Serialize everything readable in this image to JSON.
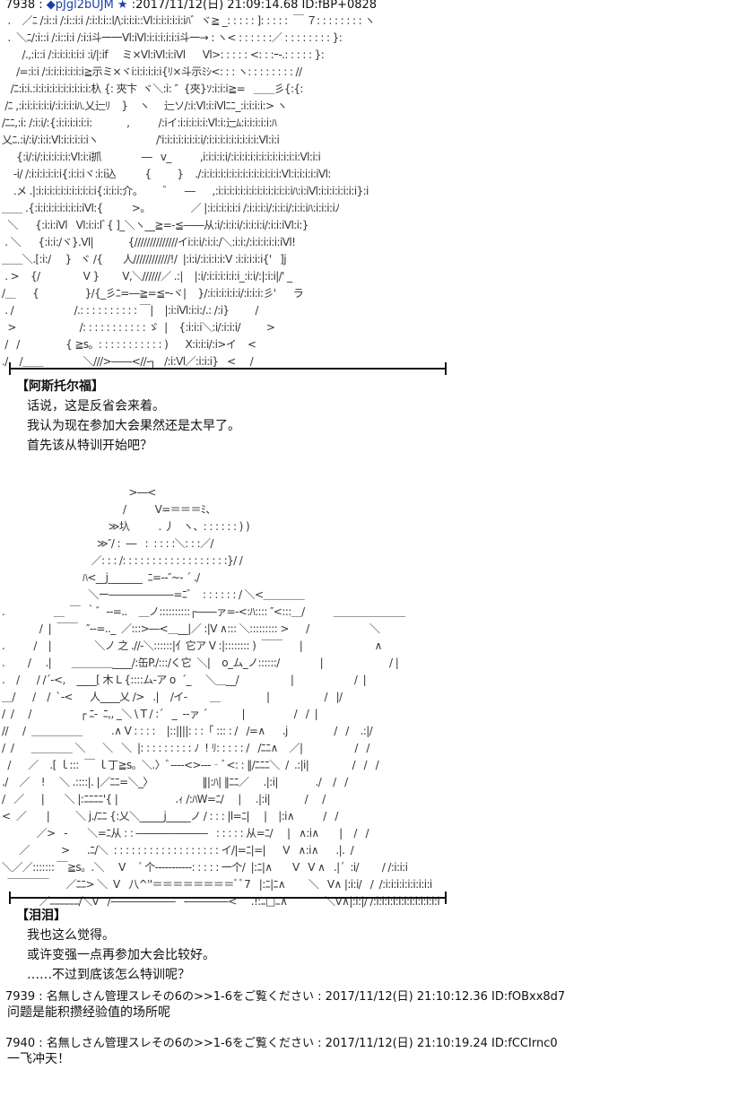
{
  "header": {
    "number": "7938",
    "sep": " :",
    "trip": "◆pJgl2bUJM ★",
    "rest": ":2017/11/12(日) 21:09:14.68 ID:fBP+0828"
  },
  "aa_top": "  .    ／ﾆ /:i::i /:i::i:i /:i:l:i::l/\\:i:i:i::Vl:i:i:i:i:i:iﾊ゛ヾ≧ _: : : : : ]: : : : :  ￣ ７: : : : : : : : ヽ\n  .  ＼ﾆ/:i::i /:i::i:i /:i:i斗一一Vl:iVl:i:i:i:i:i:i斗一→ : ヽ< : : : : : :／ : : : : : : : : }:\n       /.,:i::i /:i:i:i:i:i:i :i/|:if     ミ×Vl:iVl:i:iVl      Vl>: : : : : <: : :ｰ-.: : : : : }:\n     /=:i:i /:i:i:i:i:i:i:i≧示ミ×ヾi:i:i:i:i:i{ﾘ×斗示ﾐｼ<: : : ヽ: : : : : : : : //\n   /ﾆ:i:i.:i:i:i:i:i:i:i:i:i:i:杁 {: 夾卞  ヾ＼:i: ″  {夾}ｿ:i:i:i≧=   ＿＿彡{:{:\n /ﾆ ,:i:i:i:i:i:i/:i:i:i:iﾊ.乂辷ﾘ    }    ヽ     辷ソ/:i:Vl:i:iVlﾆﾆ_:i:i:i:i:> ヽ\n/ﾆﾆ,:i: /:i:i/:{:i:i:i:i:i:i:            ,          /:iイ:i:i:i:i:i:Vl:i:辷ﾑ:i:i:i:i:i:ﾊ\n乂ﾆ.:i/:i/:i:i:Vl:i:i:i:i:iヽ                    /'i:i:i:i:i:i:i:i/:i:i:i:i:i:i:i:i:i:Vl:i:i\n     {:i/:i/:i:i:i:i:i:Vl:i:i抓              ―   v_          ,i:i:i:i:i/:i:i:i:i:i:i:i:i:i:i:i:i:Vl:i:i\n    -i/ /:i:i:i:i:i:i{:i:i:iヾ:i:i込          {         }    ./:i:i:i:i:i:i:i:i:i:i:i:i:i:i:Vl:i:i:i:i:iVl:\n    .メ .|:i:i:i:i:i:i:i:i:i:i:i{:i:i:i:介。       ゛    ―      ,:i:i:i:i:i:i:i:i:i:i:i:i:i:iﾊ:i:iVl:i:i:i:i:i:i:i}:i\n＿＿ .{:i:i:i:i:i:i:i:i:iVl:{          >。              ／ |:i:i:i:i:i:i /:i:i:i:i/:i:i:i/:i:i:iﾊ:i:i:i:iﾉ\n  ＼      {:i:i:iVl   Vl:i:i:lﾞ{ ]_＼ヽ__≧=-≦――从:i/:i:i:i/:i:i:i:i/:i:i:iVl:i:}\n . ＼      {:i:i:/ヾ}.Vl|            {//////////////イi:i:i/:i:i:/＼:i:i:/:i:i:i:i:i:iVl!\n＿＿＼.[:i:/     }   ヾ /{       人////////////!/  |:i:i/:i:i:i:i:V :i:i:i:i:i{'   ]j\n . >    {/               V }        V,＼//////／ .:|    |:i/:i:i:i:i:i:i_:i:i/:|:i:i|/' _\n/＿      {                }/{_彡ﾆ=―≧=≦ｰ-ヾ|    }/:i:i:i:i:i:i/:i:i:i:彡'      ラ\n . /                     /.: : : : : : : : : : ￣|    |:i:iVl:i:i:/.: /:i}         /\n  >                      /: : : : : : : : : : : ゞ  |    {:i:i:i＼:i/:i:i:i/         >\n /   /                { ≧s。: : : : : : : : : : : )      X:i:i:i/:i>イ    <\n./    /＿＿              ＼///>――<//-┐   /:i:Vl／:i:i:i}   <     /",
  "aa_bottom": "                                            >―<\n                                          /          V=＝＝＝ﾐ、\n                                     ≫圦          . 丿   ヽ、: : : : : : ) )\n                                 ≫″/ :  ―   :  : : : :＼: : :／/\n                               ／: : : /: : : : : : : : : : : : : : : : : :}/ /\n                            ﾊ<__j_______  ﾆ=-‐″~‐ ´ ./\n                              ＼ー――――――-=ﾆ゛  : : : : : : / ＼<＿＿＿＿\n.                 ＿  ￣  ｀゛‐-=..    ＿ノ::::::::::┌――ァ=-<:ﾊ:::: ″<:::＿/          ＿＿＿＿＿＿＿\n             /  |  ￣￣   ″‐-=.._  ／:::>―<＿__|／ :|V ∧::: ＼::::::::: >      /                     ＼\n.          /    |               ＼ノ 之 .//-＼::::::|亻它ア V :|:::::::: )  ￣￣      |                         ∧\n.        /     .|       ＿＿＿＿____/:缶P./:::/く它  ＼|    o_ム_ノ::::::/              |                       / |\n.    /      / /´‐<,    ____[ 木 L {::::ム‐ア o  ´_     ＼＿__/                  |                     /  |\n＿/      /    /  `‐<      人____乂 />   .|    /イ‐        ＿                |                   /   |/\n/  /     /                 ┌ ﾆ-  ﾆ,, _＼ \\ T / :´   _  -‐ァ ´            |                 /   /  |\n//     /  ＿＿＿＿＿          .∧ V : : : :    |::||||: : :「 ::: : /   /=∧      .j                /   /    .:|/\n/  /      ＿＿＿＿ ＼      ＼   ＼  |: : : : : : : : : ﾉ  ! ﾘ: : : : : /   /ﾆﾆ∧    ／|                  /   /\n  /      ／    .[ ｌ:::  ￣ ｌ丁≧s。＼.〉ﾞ‐‐‐‐<>‐‐‐‐ﾞ<: : ‖/ﾆﾆﾆ＼  /  .:|i|               /   /   /\n./    ／    !     ＼ .::::|. |／ﾆﾆ=＼_〉                 ‖|:ﾊ| ‖ﾆﾆ／     .|:i|             ./    /   /\n/   ／      |       ＼ |:ﾆﾆﾆﾆ'{ |                    .ｨ /:ﾊW=ﾆ/     |     .|:i|            /     /\n<  ／       |         ＼ j./ﾆﾆ {:乂＼_____j_____ノ / : : : |l=ﾆ|     |    |:i∧          /   /\n            ／>   -       ＼=ﾆ从 : : ―――――――   : : : : : 从=ﾆ/     |   ∧:i∧       |    /   /\n      ／           >      .ﾆ/＼  : : : : : : : : : : : : : : : : : : イ/|=ﾆ|=|      V   ∧:i∧      .|.  /\n＼／／::::::: ￣≧s。.＼     V    ´ 个‐‐‐‐‐‐‐‐‐‐‐: : : : : 一个/  |:ﾆ|∧       V   V ∧   .|´  :i/        / /:i:i:i\n  ￣￣￣￣      ／ﾆﾆ> ＼  V   八^''＝＝＝＝＝＝＝＝ﾞﾞ7   |:ﾆ|ﾆ∧        ＼   V∧ |:i:i/   /  /:i:i:i:i:i:i:i:i:i\n             ／ﾆﾆﾆﾆﾆﾆ/＼V   /-――――――   -――――<     .!:ﾆ□ﾆ∧             ＼V∧|:i:|/ /:i:i:i:i:i:i:i:i:i:i:i:i",
  "scene1": {
    "speaker": "【阿斯托尔福】",
    "lines": [
      "话说，这是反省会来着。",
      "我认为现在参加大会果然还是太早了。",
      "首先该从特训开始吧？"
    ]
  },
  "scene2": {
    "speaker": "【泪泪】",
    "lines": [
      "我也这么觉得。",
      "或许变强一点再参加大会比较好。",
      "……不过到底该怎么特训呢？"
    ]
  },
  "posts": [
    {
      "head": "7939 : 名無しさん管理スレその6の>>1-6をご覧ください : 2017/11/12(日) 21:10:12.36 ID:fOBxx8d7",
      "body": "问题是能积攒经验值的场所呢"
    },
    {
      "head": "7940 : 名無しさん管理スレその6の>>1-6をご覧ください : 2017/11/12(日) 21:10:19.24 ID:fCCIrnc0",
      "body": "一飞冲天！"
    }
  ]
}
